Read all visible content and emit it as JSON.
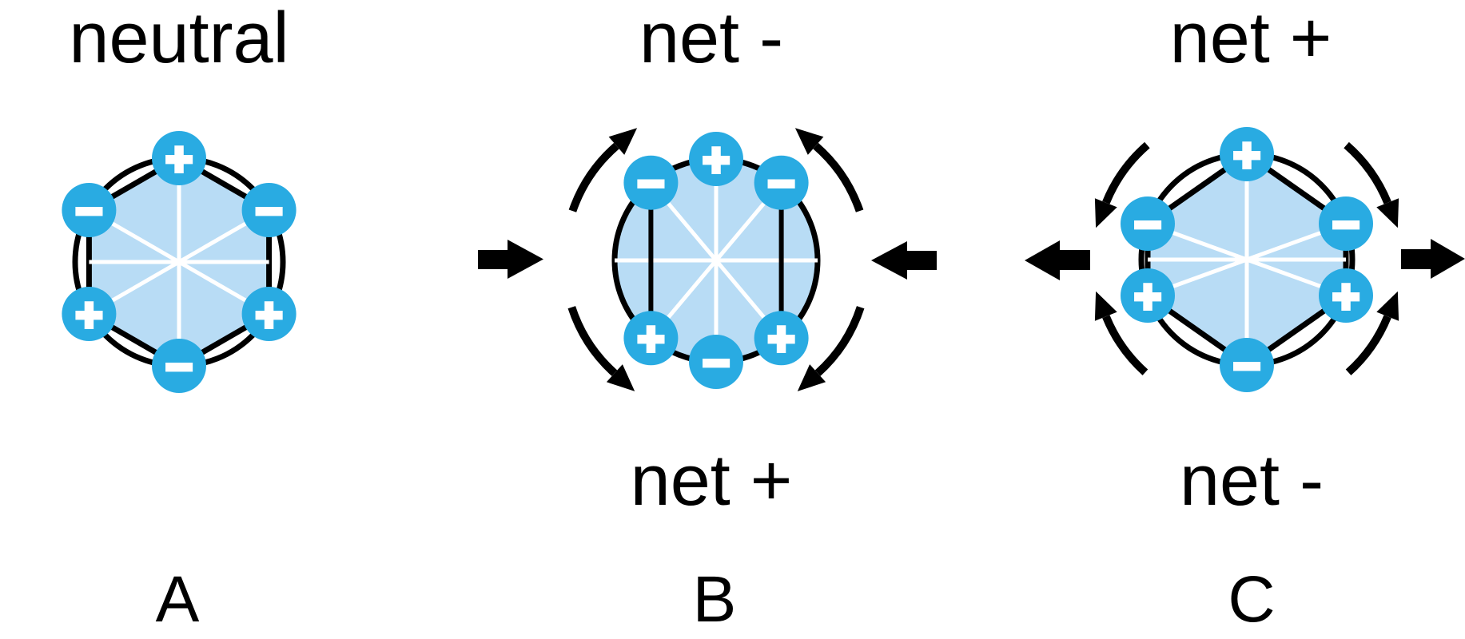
{
  "colors": {
    "charge_blue": "#29abe2",
    "cell_fill": "#b8dcf5",
    "line_black": "#000000",
    "spoke_white": "#ffffff"
  },
  "panels": [
    {
      "letter": "A",
      "top_label": "neutral",
      "bottom_label": "",
      "charges": {
        "top": "+",
        "upper_left": "−",
        "upper_right": "−",
        "lower_left": "+",
        "lower_right": "+",
        "bottom": "−"
      }
    },
    {
      "letter": "B",
      "top_label": "net -",
      "bottom_label": "net +",
      "charges": {
        "top": "+",
        "upper_left": "−",
        "upper_right": "−",
        "lower_left": "+",
        "lower_right": "+",
        "bottom": "−"
      }
    },
    {
      "letter": "C",
      "top_label": "net +",
      "bottom_label": "net -",
      "charges": {
        "top": "+",
        "upper_left": "−",
        "upper_right": "−",
        "lower_left": "+",
        "lower_right": "+",
        "bottom": "−"
      }
    }
  ]
}
